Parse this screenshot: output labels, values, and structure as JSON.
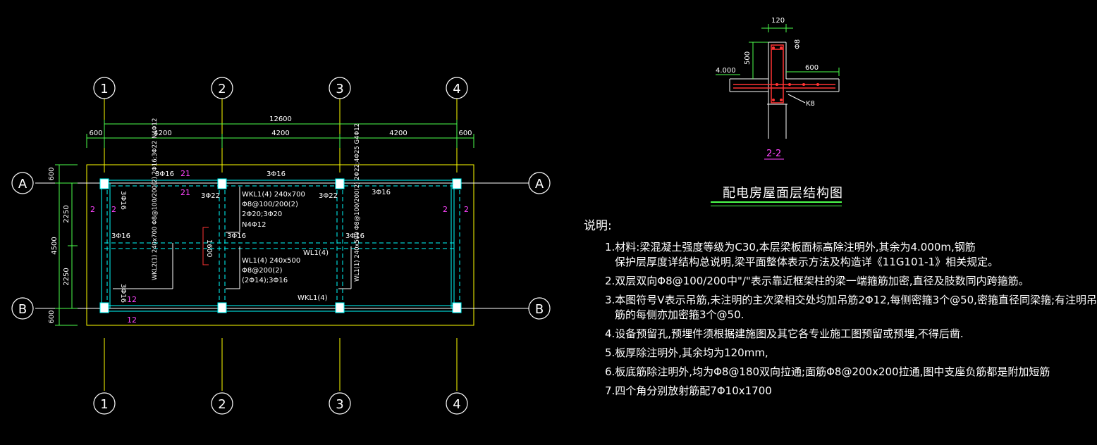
{
  "drawing": {
    "grid_axes_x": [
      "1",
      "2",
      "3",
      "4"
    ],
    "grid_axes_y": [
      "A",
      "B"
    ],
    "dims_top_total": "12600",
    "dims_top": [
      "600",
      "4200",
      "4200",
      "4200",
      "600"
    ],
    "dims_left_total": "4500",
    "dims_left": [
      "600",
      "2250",
      "2250",
      "600"
    ],
    "beam_labels": {
      "top_left": "3Φ16",
      "top_mid": "3Φ16",
      "sec_top": "21",
      "sec_top2": "21",
      "a1": "3Φ22",
      "a2": "3Φ22",
      "a3": "3Φ16",
      "mid_left": "3Φ16",
      "mid_center": "3Φ16",
      "mid_right": "3Φ16",
      "left_v": "3Φ16",
      "left_v2": "3Φ16",
      "wkl1_1": "WKL1(4) 240x700",
      "wkl1_2": "Φ8@100/200(2)",
      "wkl1_3": "2Φ20;3Φ20",
      "wkl1_4": "N4Φ12",
      "wl1_1": "WL1(4) 240x500",
      "wl1_2": "Φ8@200(2)",
      "wl1_3": "(2Φ14);3Φ16",
      "wl1_mid": "WL1(4)",
      "wkl1_bot": "WKL1(4)",
      "wkl2_v": "WKL2(1) 240x700 Φ8@100/200(2) 2Φ16;3Φ22 N4Φ12",
      "wl1_v": "WL1(1) 240x500 Φ8@100/200(2) 2Φ22;4Φ25 G4Φ12",
      "sec_2": "2",
      "sec_12": "12",
      "dim_1600": "1600"
    },
    "section": {
      "top_dim": "120",
      "dim_500": "500",
      "dim_600": "600",
      "elev": "4.000",
      "rebar": "Φ8",
      "k8": "K8",
      "label": "2-2"
    }
  },
  "title": "配电房屋面层结构图",
  "notes": {
    "head": "说明:",
    "items": [
      "1.材料:梁混凝土强度等级为C30,本层梁板面标高除注明外,其余为4.000m,钢筋",
      "保护层厚度详结构总说明,梁平面整体表示方法及构造详《11G101-1》相关规定。",
      "2.双层双向Φ8@100/200中\"/\"表示靠近框架柱的梁一端箍筋加密,直径及肢数同内跨箍筋。",
      "3.本图符号V表示吊筋,未注明的主次梁相交处均加吊筋2Φ12,每侧密箍3个@50,密箍直径同梁箍;有注明吊",
      "筋的每侧亦加密箍3个@50.",
      "4.设备预留孔,预埋件须根据建施图及其它各专业施工图预留或预埋,不得后凿.",
      "5.板厚除注明外,其余均为120mm,",
      "6.板底筋除注明外,均为Φ8@180双向拉通;面筋Φ8@200x200拉通,图中支座负筋都是附加短筋",
      "7.四个角分别放射筋配7Φ10x1700"
    ]
  },
  "colors": {
    "background": "#000000",
    "axis_line": "#ffff00",
    "dimension": "#4cff4c",
    "beam": "#00ffff",
    "text": "#ffffff",
    "section_mark": "#ff44ff",
    "red_mark": "#ff3333"
  }
}
